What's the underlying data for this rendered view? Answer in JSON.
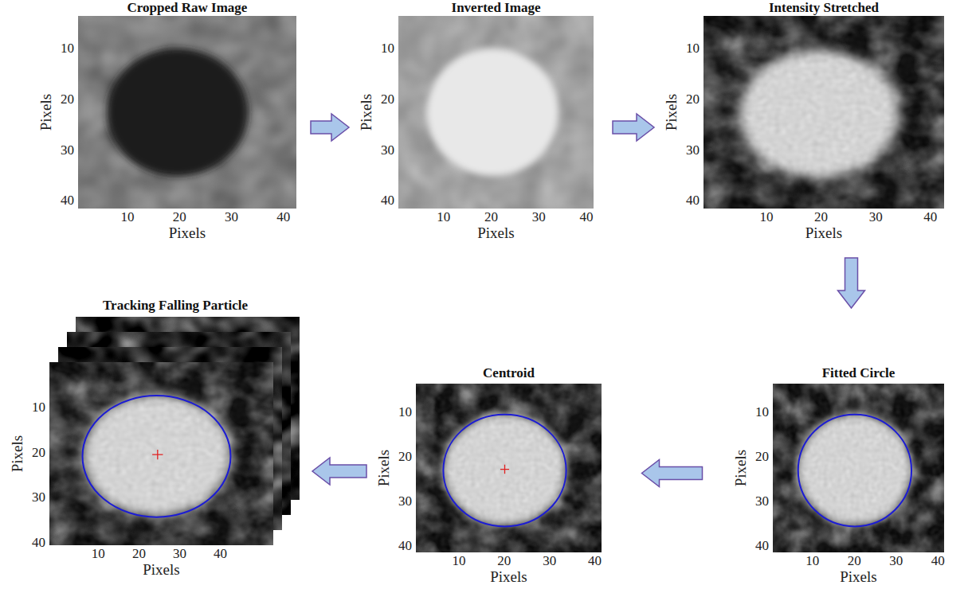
{
  "diagram": {
    "nodes": [
      {
        "text": [
          "Cropped Raw Image"
        ]
      },
      {
        "text": [
          "Inverted Image"
        ]
      },
      {
        "text": [
          "Intensity Stretched"
        ]
      },
      {
        "text": [
          "Fitted Circle"
        ]
      },
      {
        "text": [
          "Centroid"
        ]
      },
      {
        "text": [
          "Tracking Falling Particle"
        ]
      }
    ],
    "edges": [
      {
        "from": 0,
        "to": 1,
        "arrow": "to"
      },
      {
        "from": 1,
        "to": 2,
        "arrow": "to"
      },
      {
        "from": 2,
        "to": 3,
        "arrow": "to"
      },
      {
        "from": 3,
        "to": 4,
        "arrow": "to"
      },
      {
        "from": 4,
        "to": 5,
        "arrow": "to"
      }
    ],
    "labels": [
      "10",
      "20",
      "30",
      "40",
      "Pixels",
      "10",
      "20",
      "30",
      "40",
      "Pixels",
      "10",
      "20",
      "30",
      "40",
      "Pixels",
      "10",
      "20",
      "30",
      "40",
      "Pixels",
      "10",
      "20",
      "30",
      "40",
      "Pixels",
      "10",
      "20",
      "30",
      "40",
      "Pixels",
      "10",
      "20",
      "30",
      "40",
      "Pixels",
      "10",
      "20",
      "30",
      "40",
      "Pixels",
      "10",
      "20",
      "30",
      "40",
      "Pixels",
      "10",
      "20",
      "30",
      "40",
      "Pixels",
      "10",
      "20",
      "30",
      "40",
      "Pixels",
      "10",
      "20",
      "30",
      "40",
      "Pixels"
    ]
  }
}
